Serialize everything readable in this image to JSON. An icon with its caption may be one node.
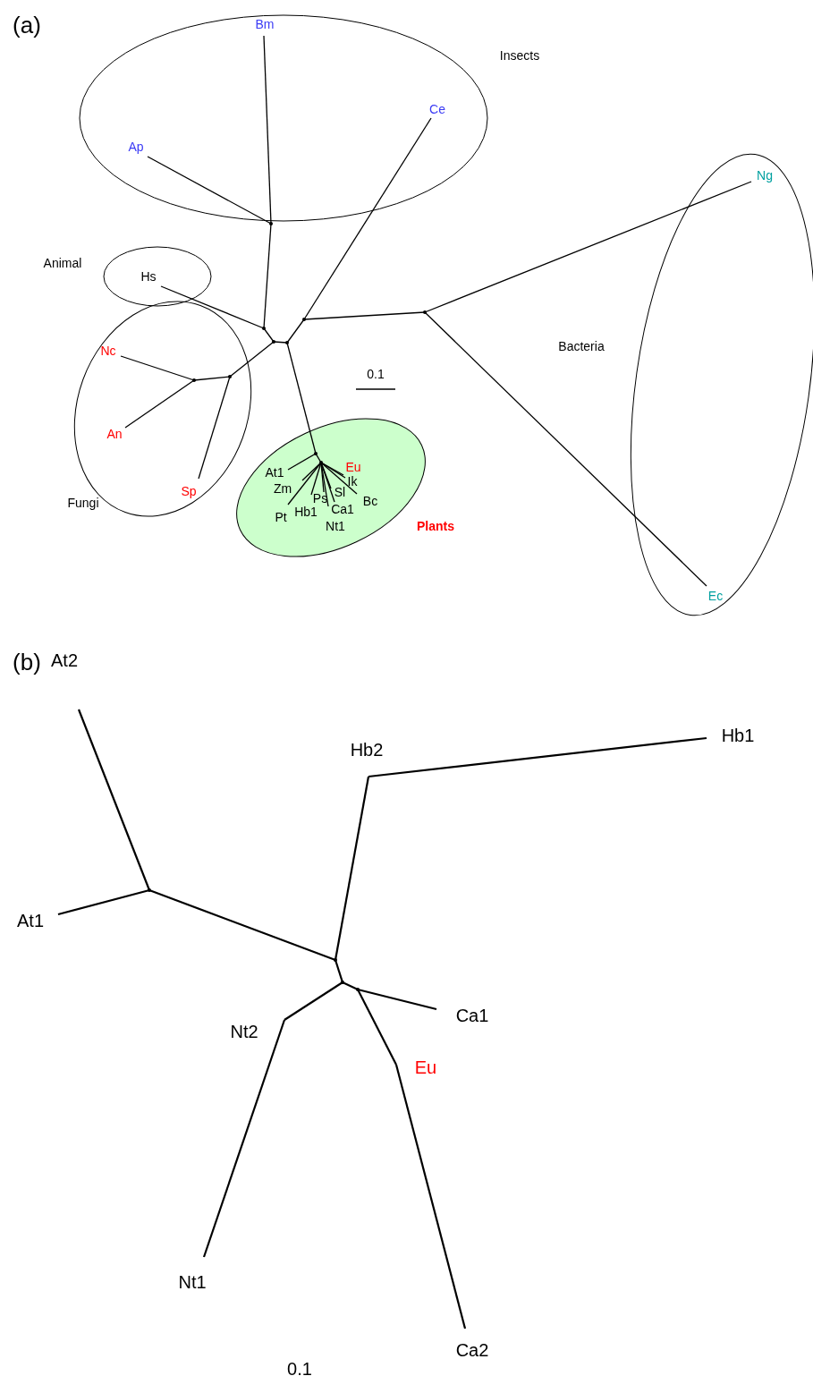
{
  "diagram": {
    "nodes": [
      {
        "text": [
          "Insects"
        ]
      },
      {
        "text": [
          "Bm"
        ],
        "in": 0
      },
      {
        "text": [
          "Ap"
        ],
        "in": 0
      },
      {
        "text": [
          "Ce"
        ],
        "in": 0
      },
      {
        "text": [
          "Bacteria"
        ]
      },
      {
        "text": [
          "Ng"
        ],
        "in": 4
      },
      {
        "text": [
          "Animal"
        ]
      },
      {
        "text": [
          "Hs"
        ],
        "in": 6
      },
      {
        "text": [
          "Fungi"
        ]
      },
      {
        "text": [
          "Nc"
        ],
        "in": 8
      },
      {
        "text": [
          "An"
        ],
        "in": 8
      },
      {
        "text": [
          "Sp"
        ],
        "in": 8
      },
      {
        "text": [
          "Plants"
        ]
      },
      {
        "text": [
          "At1"
        ],
        "in": 12
      },
      {
        "text": [
          "Eu"
        ],
        "in": 12
      },
      {
        "text": [
          "Zm"
        ],
        "in": 12
      },
      {
        "text": [
          "Ik"
        ],
        "in": 12
      },
      {
        "text": [
          "Ps"
        ],
        "in": 12
      },
      {
        "text": [
          "Sl"
        ],
        "in": 12
      },
      {
        "text": [
          "Bc"
        ],
        "in": 12
      },
      {
        "text": [
          "Pt"
        ],
        "in": 12
      },
      {
        "text": [
          "Hb1"
        ],
        "in": 12
      },
      {
        "text": [
          "Ca1"
        ],
        "in": 12
      },
      {
        "text": [
          "Nt1"
        ],
        "in": 12
      },
      {
        "text": [
          "Ec"
        ],
        "in": 4
      },
      {
        "text": [],
        "shape": "point"
      },
      {
        "text": [],
        "shape": "point"
      },
      {
        "text": [],
        "shape": "point"
      },
      {
        "text": [],
        "shape": "point"
      },
      {
        "text": [],
        "shape": "point"
      },
      {
        "text": [],
        "shape": "point"
      },
      {
        "text": [],
        "shape": "point",
        "in": 8
      },
      {
        "text": [],
        "shape": "point",
        "in": 8
      },
      {
        "text": [],
        "shape": "point",
        "in": 12
      },
      {
        "text": [],
        "shape": "point",
        "in": 12
      },
      {
        "text": [
          "At2"
        ]
      },
      {
        "text": [
          "Hb2"
        ]
      },
      {
        "text": [
          "Hb1"
        ]
      },
      {
        "text": [
          "At1"
        ]
      },
      {
        "text": [
          "Ca1"
        ]
      },
      {
        "text": [
          "Nt2"
        ]
      },
      {
        "text": [
          "Eu"
        ]
      },
      {
        "text": [
          "Nt1"
        ]
      },
      {
        "text": [
          "Ca2"
        ]
      },
      {
        "text": [],
        "shape": "point"
      },
      {
        "text": [],
        "shape": "point"
      },
      {
        "text": [],
        "shape": "point"
      },
      {
        "text": [],
        "shape": "point"
      }
    ],
    "edges": [
      {
        "from": 25,
        "to": 1,
        "arrow": "none"
      },
      {
        "from": 25,
        "to": 2,
        "arrow": "none"
      },
      {
        "from": 25,
        "to": 26,
        "arrow": "none"
      },
      {
        "from": 26,
        "to": 7,
        "arrow": "none"
      },
      {
        "from": 26,
        "to": 27,
        "arrow": "none"
      },
      {
        "from": 27,
        "to": 31,
        "arrow": "none"
      },
      {
        "from": 27,
        "to": 28,
        "arrow": "none"
      },
      {
        "from": 28,
        "to": 29,
        "arrow": "none"
      },
      {
        "from": 29,
        "to": 3,
        "arrow": "none"
      },
      {
        "from": 29,
        "to": 30,
        "arrow": "none"
      },
      {
        "from": 30,
        "to": 5,
        "arrow": "none"
      },
      {
        "from": 30,
        "to": 24,
        "arrow": "none"
      },
      {
        "from": 31,
        "to": 32,
        "arrow": "none"
      },
      {
        "from": 31,
        "to": 11,
        "arrow": "none"
      },
      {
        "from": 32,
        "to": 9,
        "arrow": "none"
      },
      {
        "from": 32,
        "to": 10,
        "arrow": "none"
      },
      {
        "from": 28,
        "to": 33,
        "arrow": "none"
      },
      {
        "from": 33,
        "to": 13,
        "arrow": "none"
      },
      {
        "from": 33,
        "to": 34,
        "arrow": "none"
      },
      {
        "from": 34,
        "to": 14,
        "arrow": "none"
      },
      {
        "from": 34,
        "to": 15,
        "arrow": "none"
      },
      {
        "from": 34,
        "to": 16,
        "arrow": "none"
      },
      {
        "from": 34,
        "to": 17,
        "arrow": "none"
      },
      {
        "from": 34,
        "to": 18,
        "arrow": "none"
      },
      {
        "from": 34,
        "to": 19,
        "arrow": "none"
      },
      {
        "from": 34,
        "to": 20,
        "arrow": "none"
      },
      {
        "from": 34,
        "to": 21,
        "arrow": "none"
      },
      {
        "from": 34,
        "to": 22,
        "arrow": "none"
      },
      {
        "from": 34,
        "to": 23,
        "arrow": "none"
      },
      {
        "from": 44,
        "to": 35,
        "arrow": "none"
      },
      {
        "from": 44,
        "to": 38,
        "arrow": "none"
      },
      {
        "from": 44,
        "to": 45,
        "arrow": "none"
      },
      {
        "from": 45,
        "to": 36,
        "arrow": "none"
      },
      {
        "from": 36,
        "to": 37,
        "arrow": "none"
      },
      {
        "from": 45,
        "to": 46,
        "arrow": "none"
      },
      {
        "from": 46,
        "to": 40,
        "arrow": "none"
      },
      {
        "from": 40,
        "to": 42,
        "arrow": "none"
      },
      {
        "from": 46,
        "to": 47,
        "arrow": "none"
      },
      {
        "from": 47,
        "to": 39,
        "arrow": "none"
      },
      {
        "from": 47,
        "to": 41,
        "arrow": "none"
      },
      {
        "from": 41,
        "to": 43,
        "arrow": "none"
      }
    ],
    "labels": [
      "(a)",
      "0.1",
      "(b)",
      "0.1"
    ]
  }
}
